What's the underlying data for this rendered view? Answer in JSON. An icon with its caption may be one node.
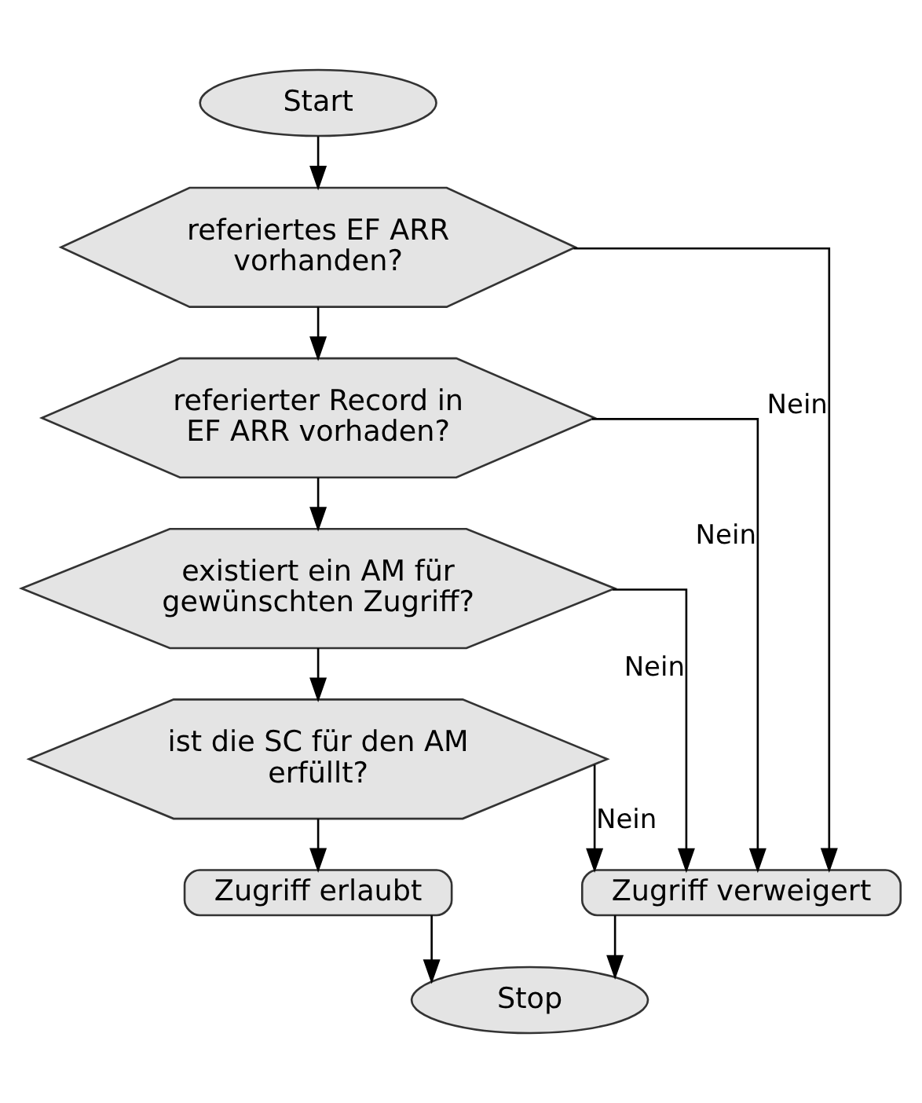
{
  "diagram": {
    "nodes": [
      {
        "text": [
          "Start"
        ]
      },
      {
        "text": [
          "referiertes EF ARR vorhanden?"
        ]
      },
      {
        "text": [
          "referierter Record in EF ARR vorhaden?"
        ]
      },
      {
        "text": [
          "existiert ein AM für gewünschten Zugriff?"
        ]
      },
      {
        "text": [
          "ist die SC für den AM erfüllt?"
        ]
      },
      {
        "text": [
          "Zugriff erlaubt"
        ]
      },
      {
        "text": [
          "Zugriff verweigert"
        ]
      },
      {
        "text": [
          "Stop"
        ]
      }
    ],
    "edges": [
      {
        "from": 0,
        "to": 1,
        "arrow": "to"
      },
      {
        "from": 1,
        "to": 2,
        "arrow": "to"
      },
      {
        "from": 2,
        "to": 3,
        "arrow": "to"
      },
      {
        "from": 3,
        "to": 4,
        "arrow": "to"
      },
      {
        "from": 4,
        "to": 5,
        "arrow": "to"
      },
      {
        "from": 1,
        "to": 6,
        "label": "Nein",
        "arrow": "to"
      },
      {
        "from": 2,
        "to": 6,
        "label": "Nein",
        "arrow": "to"
      },
      {
        "from": 3,
        "to": 6,
        "label": "Nein",
        "arrow": "to"
      },
      {
        "from": 4,
        "to": 6,
        "label": "Nein",
        "arrow": "to"
      },
      {
        "from": 5,
        "to": 7,
        "arrow": "to"
      },
      {
        "from": 6,
        "to": 7,
        "arrow": "to"
      }
    ]
  }
}
